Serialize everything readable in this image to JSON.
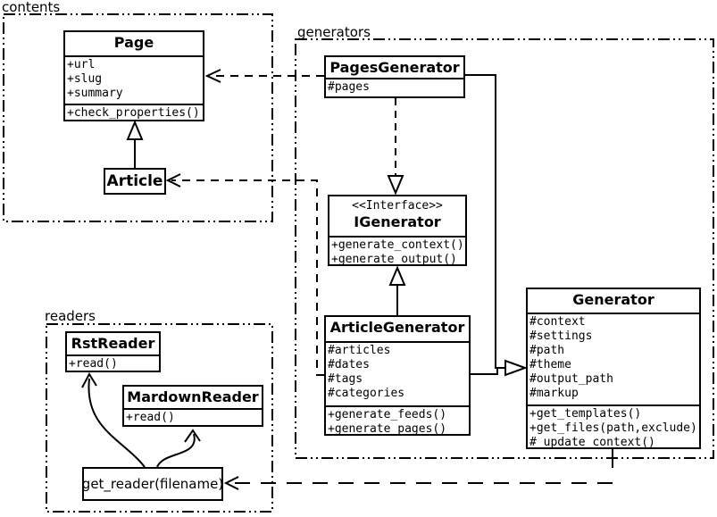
{
  "diagram": {
    "colors": {
      "line": "#000000",
      "background": "#ffffff"
    },
    "packages": {
      "contents": {
        "label": "contents"
      },
      "generators": {
        "label": "generators"
      },
      "readers": {
        "label": "readers"
      }
    },
    "classes": {
      "page": {
        "name": "Page",
        "attributes": [
          "+url",
          "+slug",
          "+summary"
        ],
        "methods": [
          "+check_properties()"
        ]
      },
      "article": {
        "name": "Article"
      },
      "pages_generator": {
        "name": "PagesGenerator",
        "attributes": [
          "#pages"
        ]
      },
      "igenerator": {
        "stereotype": "<<Interface>>",
        "name": "IGenerator",
        "methods": [
          "+generate_context()",
          "+generate_output()"
        ]
      },
      "article_generator": {
        "name": "ArticleGenerator",
        "attributes": [
          "#articles",
          "#dates",
          "#tags",
          "#categories"
        ],
        "methods": [
          "+generate_feeds()",
          "+generate_pages()"
        ]
      },
      "generator": {
        "name": "Generator",
        "attributes": [
          "#context",
          "#settings",
          "#path",
          "#theme",
          "#output_path",
          "#markup"
        ],
        "methods": [
          "+get_templates()",
          "+get_files(path,exclude)",
          "#_update_context()"
        ]
      },
      "rst_reader": {
        "name": "RstReader",
        "methods": [
          "+read()"
        ]
      },
      "mardown_reader": {
        "name": "MardownReader",
        "methods": [
          "+read()"
        ]
      },
      "get_reader": {
        "name": "get_reader(filename)"
      }
    }
  }
}
